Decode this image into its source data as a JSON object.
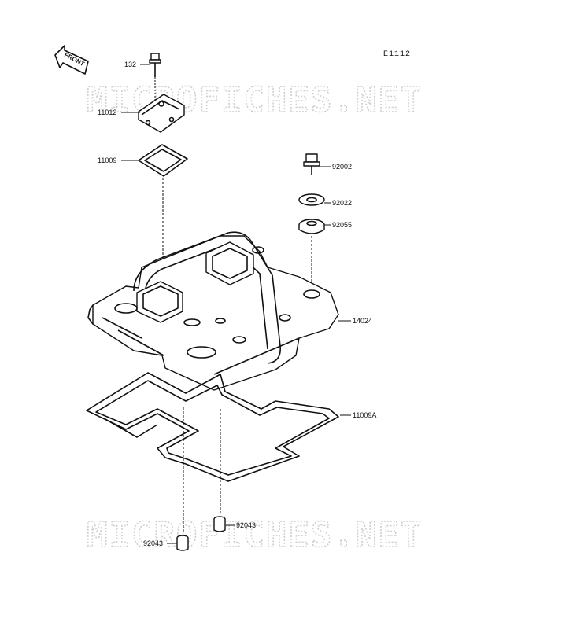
{
  "diagram": {
    "code": "E1112",
    "front_arrow_text": "FRONT",
    "watermark": "MICROFICHES.NET",
    "parts": [
      {
        "id": "p132",
        "number": "132"
      },
      {
        "id": "p11012",
        "number": "11012"
      },
      {
        "id": "p11009",
        "number": "11009"
      },
      {
        "id": "p92002",
        "number": "92002"
      },
      {
        "id": "p92022",
        "number": "92022"
      },
      {
        "id": "p92055",
        "number": "92055"
      },
      {
        "id": "p14024",
        "number": "14024"
      },
      {
        "id": "p11009A",
        "number": "11009A"
      },
      {
        "id": "p92043a",
        "number": "92043"
      },
      {
        "id": "p92043b",
        "number": "92043"
      }
    ]
  }
}
